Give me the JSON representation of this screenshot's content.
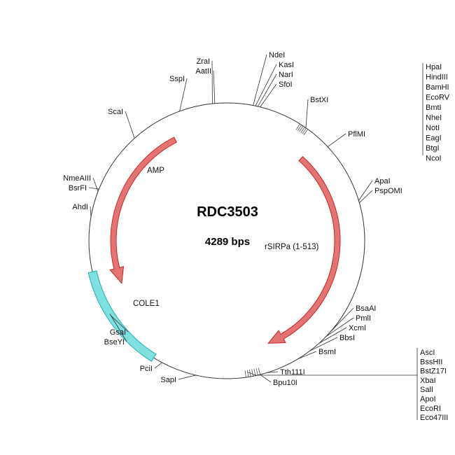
{
  "plasmid": {
    "name": "RDC3503",
    "length_label": "4289 bps"
  },
  "features": [
    {
      "name": "AMP",
      "color": "#e57373",
      "type": "arrow"
    },
    {
      "name": "rSIRPa (1-513)",
      "color": "#e57373",
      "type": "arrow"
    },
    {
      "name": "COLE1",
      "color": "#80e0e0",
      "type": "region"
    }
  ],
  "sites": [
    "NdeI",
    "KasI",
    "NarI",
    "SfoI",
    "BstXI",
    "PflMI",
    "ApaI",
    "PspOMI",
    "BsaAI",
    "PmlI",
    "XcmI",
    "BbsI",
    "BsmI",
    "Tth111I",
    "Bpu10I",
    "SapI",
    "PciI",
    "GsaI",
    "BseYI",
    "AhdI",
    "NmeAIII",
    "BsrFI",
    "ScaI",
    "SspI",
    "ZraI",
    "AatII"
  ],
  "mcs_group_top": [
    "HpaI",
    "HindIII",
    "BamHI",
    "EcoRV",
    "BmtI",
    "NheI",
    "NotI",
    "EagI",
    "BtgI",
    "NcoI"
  ],
  "mcs_group_bottom": [
    "AscI",
    "BssHII",
    "BstZ17I",
    "XbaI",
    "SalI",
    "ApoI",
    "EcoRI",
    "Eco47III"
  ]
}
